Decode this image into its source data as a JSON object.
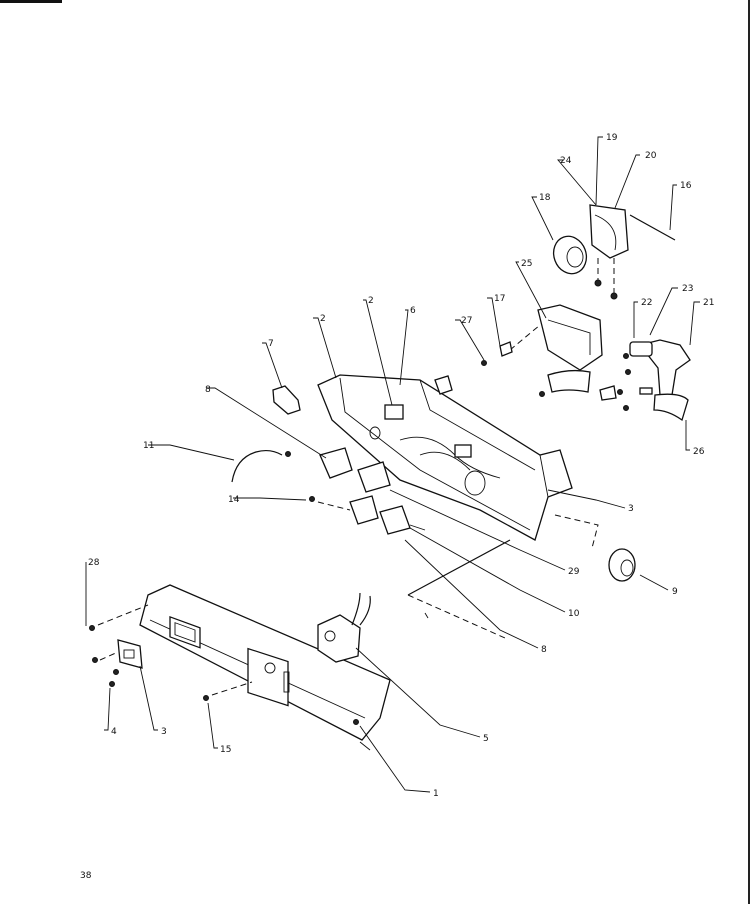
{
  "page_number": "38",
  "callouts": [
    {
      "id": "c1",
      "text": "19"
    },
    {
      "id": "c2",
      "text": "20"
    },
    {
      "id": "c3",
      "text": "24"
    },
    {
      "id": "c4",
      "text": "16"
    },
    {
      "id": "c5",
      "text": "18"
    },
    {
      "id": "c6",
      "text": "25"
    },
    {
      "id": "c7",
      "text": "23"
    },
    {
      "id": "c8",
      "text": "22"
    },
    {
      "id": "c9",
      "text": "21"
    },
    {
      "id": "c10",
      "text": "2"
    },
    {
      "id": "c11",
      "text": "2"
    },
    {
      "id": "c12",
      "text": "6"
    },
    {
      "id": "c13",
      "text": "17"
    },
    {
      "id": "c14",
      "text": "27"
    },
    {
      "id": "c15",
      "text": "7"
    },
    {
      "id": "c16",
      "text": "8"
    },
    {
      "id": "c17",
      "text": "11"
    },
    {
      "id": "c18",
      "text": "26"
    },
    {
      "id": "c19",
      "text": "3"
    },
    {
      "id": "c20",
      "text": "14"
    },
    {
      "id": "c21",
      "text": "29"
    },
    {
      "id": "c22",
      "text": "9"
    },
    {
      "id": "c23",
      "text": "10"
    },
    {
      "id": "c24",
      "text": "28"
    },
    {
      "id": "c25",
      "text": "8"
    },
    {
      "id": "c26",
      "text": "5"
    },
    {
      "id": "c27",
      "text": "4"
    },
    {
      "id": "c28",
      "text": "3"
    },
    {
      "id": "c29",
      "text": "15"
    },
    {
      "id": "c30",
      "text": "1"
    }
  ]
}
